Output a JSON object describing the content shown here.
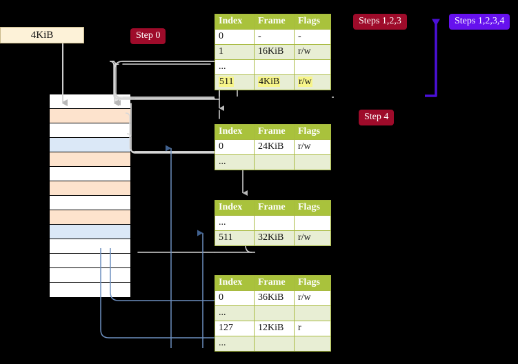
{
  "diagram": {
    "title": "page-table-walk",
    "colors": {
      "table_header_bg": "#a9c23c",
      "table_row_tint": "#e8eed4",
      "highlight": "#f7f58a",
      "chip_red": "#9e0b2a",
      "chip_blue": "#6611ee",
      "memory_peach": "#fde3cd",
      "memory_blue": "#dbe8f7",
      "kib_box_bg": "#fdf2d8",
      "connector_gray": "#d8d8d8",
      "connector_blue": "#6d8fbf"
    }
  },
  "labels": {
    "step0": "Step 0",
    "step4": "Step 4",
    "steps123": "Steps 1,2,3",
    "steps1234": "Steps 1,2,3,4"
  },
  "frame_box": {
    "label": "4KiB"
  },
  "columns": [
    "Index",
    "Frame",
    "Flags"
  ],
  "tables": [
    {
      "name": "pml4-table",
      "rows": [
        {
          "index": "0",
          "frame": "-",
          "flags": "-",
          "tint": false,
          "highlight": false
        },
        {
          "index": "1",
          "frame": "16KiB",
          "flags": "r/w",
          "tint": true,
          "highlight": false
        },
        {
          "index": "...",
          "frame": "",
          "flags": "",
          "tint": false,
          "highlight": false
        },
        {
          "index": "511",
          "frame": "4KiB",
          "flags": "r/w",
          "tint": true,
          "highlight": true
        }
      ]
    },
    {
      "name": "pdpt-table",
      "rows": [
        {
          "index": "0",
          "frame": "24KiB",
          "flags": "r/w",
          "tint": false,
          "highlight": false
        },
        {
          "index": "...",
          "frame": "",
          "flags": "",
          "tint": true,
          "highlight": false
        }
      ]
    },
    {
      "name": "pd-table",
      "rows": [
        {
          "index": "...",
          "frame": "",
          "flags": "",
          "tint": false,
          "highlight": false
        },
        {
          "index": "511",
          "frame": "32KiB",
          "flags": "r/w",
          "tint": true,
          "highlight": false
        }
      ]
    },
    {
      "name": "pt-table",
      "rows": [
        {
          "index": "0",
          "frame": "36KiB",
          "flags": "r/w",
          "tint": false,
          "highlight": false
        },
        {
          "index": "...",
          "frame": "",
          "flags": "",
          "tint": true,
          "highlight": false
        },
        {
          "index": "127",
          "frame": "12KiB",
          "flags": "r",
          "tint": false,
          "highlight": false
        },
        {
          "index": "...",
          "frame": "",
          "flags": "",
          "tint": true,
          "highlight": false
        }
      ]
    }
  ],
  "memory_rows": [
    {
      "fill": "white"
    },
    {
      "fill": "peach"
    },
    {
      "fill": "white"
    },
    {
      "fill": "blue"
    },
    {
      "fill": "peach"
    },
    {
      "fill": "white"
    },
    {
      "fill": "peach"
    },
    {
      "fill": "white"
    },
    {
      "fill": "peach"
    },
    {
      "fill": "blue"
    },
    {
      "fill": "white"
    },
    {
      "fill": "white"
    },
    {
      "fill": "white"
    },
    {
      "fill": "white"
    }
  ]
}
